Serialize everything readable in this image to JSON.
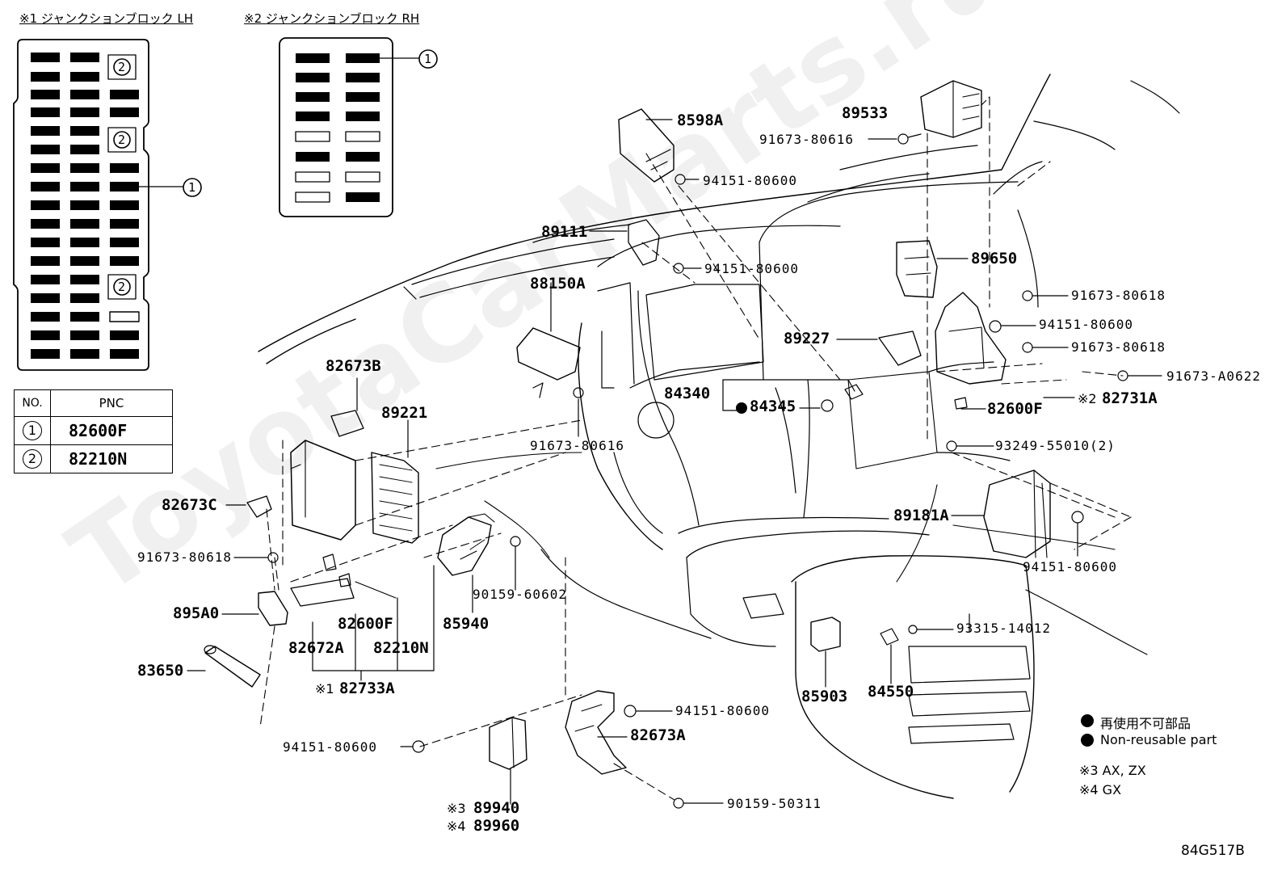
{
  "headers": {
    "lh": "※1 ジャンクションブロック LH",
    "rh": "※2 ジャンクションブロック RH"
  },
  "table": {
    "col_no": "NO.",
    "col_pnc": "PNC",
    "rows": [
      {
        "no": "1",
        "pnc": "82600F"
      },
      {
        "no": "2",
        "pnc": "82210N"
      }
    ]
  },
  "callouts": {
    "lh_circle_a": "2",
    "lh_circle_b": "2",
    "lh_circle_c": "2",
    "lh_circle_one": "1",
    "rh_circle_one": "1"
  },
  "parts": {
    "p89533": "89533",
    "p91673_80616_top": "91673-80616",
    "p8598A": "8598A",
    "p94151_80600_a": "94151-80600",
    "p89111": "89111",
    "p94151_80600_b": "94151-80600",
    "p89650": "89650",
    "p88150A": "88150A",
    "p91673_80618_a": "91673-80618",
    "p94151_80600_c": "94151-80600",
    "p89227": "89227",
    "p91673_80618_b": "91673-80618",
    "p91673_A0622": "91673-A0622",
    "p82673B": "82673B",
    "p84340": "84340",
    "p84345": "84345",
    "p82731A_prefix": "※2",
    "p82731A": "82731A",
    "p89221": "89221",
    "p82600F_right": "82600F",
    "p91673_80616_mid": "91673-80616",
    "p93249": "93249-55010(2)",
    "p82673C": "82673C",
    "p89181A": "89181A",
    "p91673_80618_left": "91673-80618",
    "p94151_80600_d": "94151-80600",
    "p90159_60602": "90159-60602",
    "p895A0": "895A0",
    "p85940": "85940",
    "p82600F_mid": "82600F",
    "p93315": "93315-14012",
    "p82672A": "82672A",
    "p82210N": "82210N",
    "p83650": "83650",
    "p85903": "85903",
    "p84550": "84550",
    "p82733A_prefix": "※1",
    "p82733A": "82733A",
    "p94151_80600_e": "94151-80600",
    "p82673A": "82673A",
    "p94151_80600_f": "94151-80600",
    "p89940_prefix": "※3",
    "p89940": "89940",
    "p89960_prefix": "※4",
    "p89960": "89960",
    "p90159_50311": "90159-50311"
  },
  "legend": {
    "jp": "再使用不可部品",
    "en": "Non-reusable part",
    "note3": "※3 AX, ZX",
    "note4": "※4 GX"
  },
  "diagram_code": "84G517B",
  "watermark": "ToyotaCarMarts.ru"
}
